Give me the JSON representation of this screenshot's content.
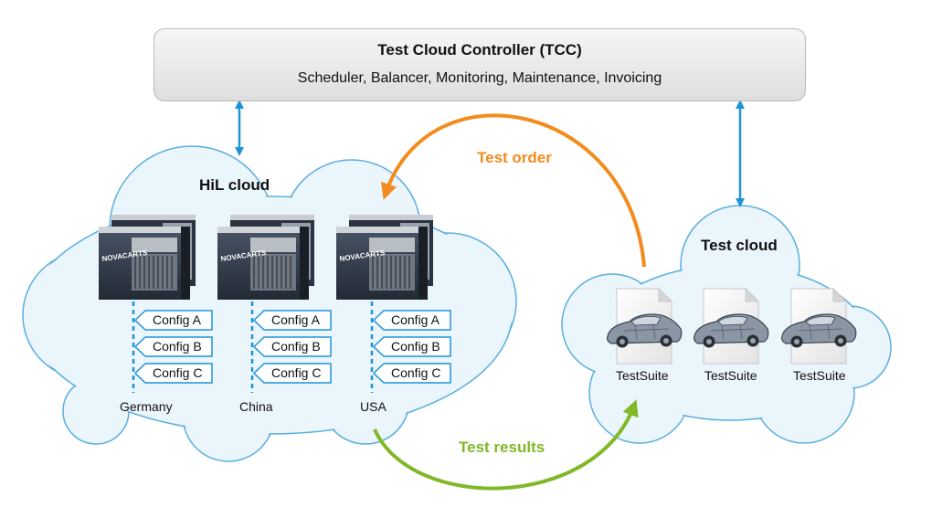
{
  "tcc": {
    "title": "Test Cloud Controller (TCC)",
    "services": "Scheduler, Balancer, Monitoring, Maintenance, Invoicing"
  },
  "hil_cloud": {
    "title": "HiL cloud",
    "sites": [
      {
        "location": "Germany",
        "configs": [
          "Config A",
          "Config B",
          "Config C"
        ]
      },
      {
        "location": "China",
        "configs": [
          "Config A",
          "Config B",
          "Config C"
        ]
      },
      {
        "location": "USA",
        "configs": [
          "Config A",
          "Config B",
          "Config C"
        ]
      }
    ],
    "server_brand": "NOVACARTS"
  },
  "test_cloud": {
    "title": "Test cloud",
    "suites": [
      "TestSuite",
      "TestSuite",
      "TestSuite"
    ]
  },
  "flows": {
    "order_label": "Test order",
    "results_label": "Test results"
  },
  "colors": {
    "cloud_fill": "#eaf5fc",
    "cloud_stroke": "#5aaede",
    "arrow_blue": "#1f93d8",
    "order_orange": "#f28c1e",
    "results_green": "#80b828",
    "config_border": "#1f93d8"
  }
}
